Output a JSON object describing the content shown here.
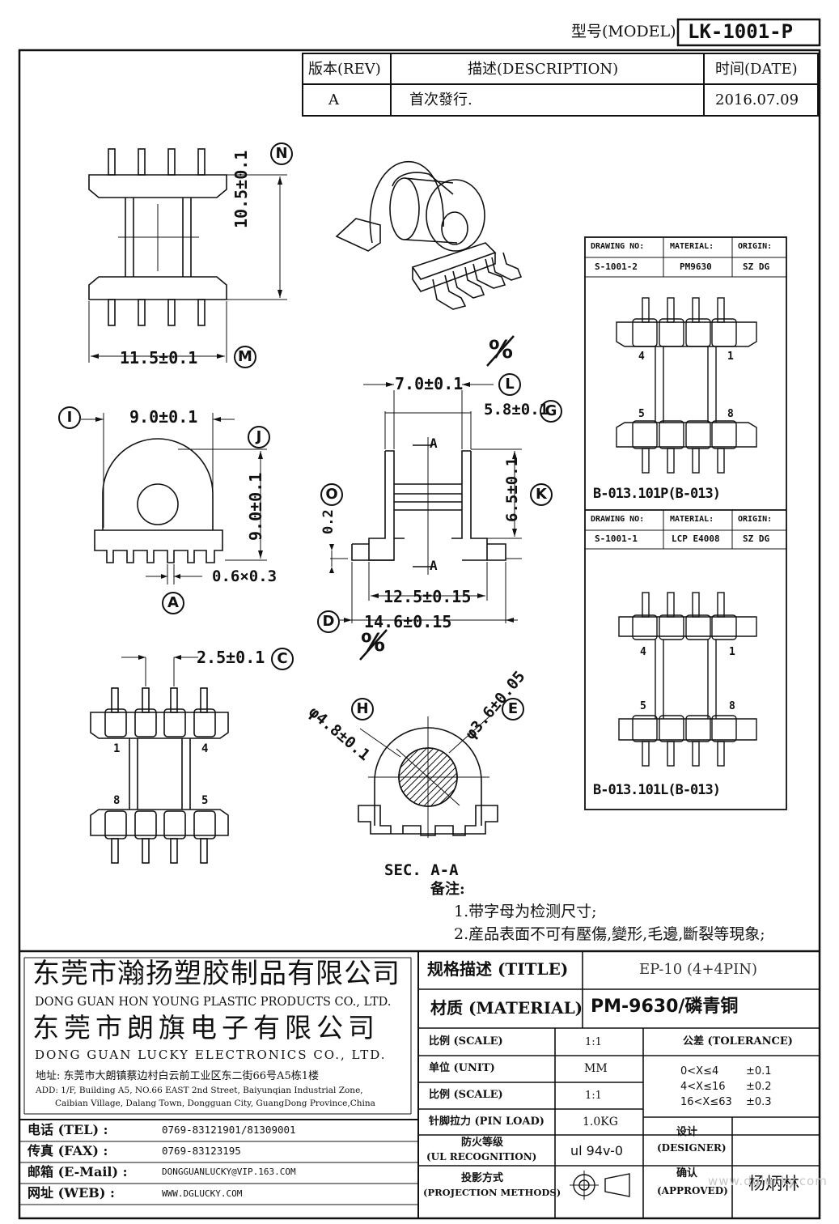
{
  "header": {
    "model_label": "型号(MODEL)",
    "model_value": "LK-1001-P"
  },
  "revision": {
    "rev_header": "版本(REV)",
    "desc_header": "描述(DESCRIPTION)",
    "date_header": "时间(DATE)",
    "rev": "A",
    "desc": "首次發行.",
    "date": "2016.07.09"
  },
  "dims": {
    "n": "N",
    "m": "M",
    "i": "I",
    "j": "J",
    "a": "A",
    "c": "C",
    "l": "L",
    "g": "G",
    "k": "K",
    "o": "O",
    "d": "D",
    "h": "H",
    "e": "E",
    "height": "10.5±0.1",
    "width": "11.5±0.1",
    "side_w": "9.0±0.1",
    "side_h": "9.0±0.1",
    "pin": "0.6×0.3",
    "pitch": "2.5±0.1",
    "top_w": "7.0±0.1",
    "flange": "5.8±0.1",
    "core_h": "6.5±0.1",
    "lead": "0.2",
    "span1": "12.5±0.15",
    "span2": "14.6±0.15",
    "dia_h": "φ4.8±0.1",
    "dia_e": "φ3.6±0.05",
    "section": "SEC. A-A",
    "sec_a": "A",
    "percent": "%"
  },
  "pinout1": {
    "h1": "DRAWING NO:",
    "h2": "MATERIAL:",
    "h3": "ORIGIN:",
    "v1": "S-1001-2",
    "v2": "PM9630",
    "v3": "SZ DG",
    "caption": "B-013.101P(B-013)",
    "p4": "4",
    "p1": "1",
    "p5": "5",
    "p8": "8"
  },
  "pinout2": {
    "h1": "DRAWING NO:",
    "h2": "MATERIAL:",
    "h3": "ORIGIN:",
    "v1": "S-1001-1",
    "v2": "LCP E4008",
    "v3": "SZ DG",
    "caption": "B-013.101L(B-013)",
    "p4": "4",
    "p1": "1",
    "p5": "5",
    "p8": "8"
  },
  "bottom_pins": {
    "p1": "1",
    "p4": "4",
    "p8": "8",
    "p5": "5"
  },
  "notes": {
    "title": "备注:",
    "n1": "1.带字母为检测尺寸;",
    "n2": "2.産品表面不可有壓傷,變形,毛邊,斷裂等現象;"
  },
  "company": {
    "cn1": "东莞市瀚扬塑胶制品有限公司",
    "en1": "DONG GUAN HON YOUNG PLASTIC PRODUCTS CO., LTD.",
    "cn2": "东莞市朗旗电子有限公司",
    "en2": "DONG GUAN LUCKY ELECTRONICS CO., LTD.",
    "addr_cn": "地址: 东莞市大朗镇蔡边村白云前工业区东二街66号A5栋1楼",
    "addr_en1": "ADD: 1/F, Building A5, NO.66 EAST 2nd Street, Baiyunqian Industrial Zone,",
    "addr_en2": "Caibian Village, Dalang Town, Dongguan City, GuangDong Province,China",
    "tel_label": "电话 (TEL) :",
    "tel": "0769-83121901/81309001",
    "fax_label": "传真 (FAX) :",
    "fax": "0769-83123195",
    "mail_label": "邮箱 (E-Mail) :",
    "mail": "DONGGUANLUCKY@VIP.163.COM",
    "web_label": "网址 (WEB) :",
    "web": "WWW.DGLUCKY.COM"
  },
  "spec": {
    "title_label": "规格描述 (TITLE)",
    "title_value": "EP-10 (4+4PIN)",
    "material_label": "材质 (MATERIAL)",
    "material_value": "PM-9630/磷青铜",
    "scale_label": "比例 (SCALE)",
    "scale_value": "1:1",
    "tolerance_label": "公差 (TOLERANCE)",
    "unit_label": "单位 (UNIT)",
    "unit_value": "MM",
    "scale2_label": "比例 (SCALE)",
    "scale2_value": "1:1",
    "tol1_range": "0<X≤4",
    "tol1_val": "±0.1",
    "tol2_range": "4<X≤16",
    "tol2_val": "±0.2",
    "tol3_range": "16<X≤63",
    "tol3_val": "±0.3",
    "pinload_label": "针脚拉力 (PIN LOAD)",
    "pinload_value": "1.0KG",
    "designer_label": "设计",
    "designer_label_en": "(DESIGNER)",
    "fire_label": "防火等级",
    "fire_label_en": "(UL RECOGNITION)",
    "fire_value": "ul 94v-0",
    "approved_label": "确认",
    "approved_label_en": "(APPROVED)",
    "approved_value": "杨炳林",
    "projection_label": "投影方式",
    "projection_label_en": "(PROJECTION METHODS)"
  },
  "watermark": "www.dglucky.com"
}
